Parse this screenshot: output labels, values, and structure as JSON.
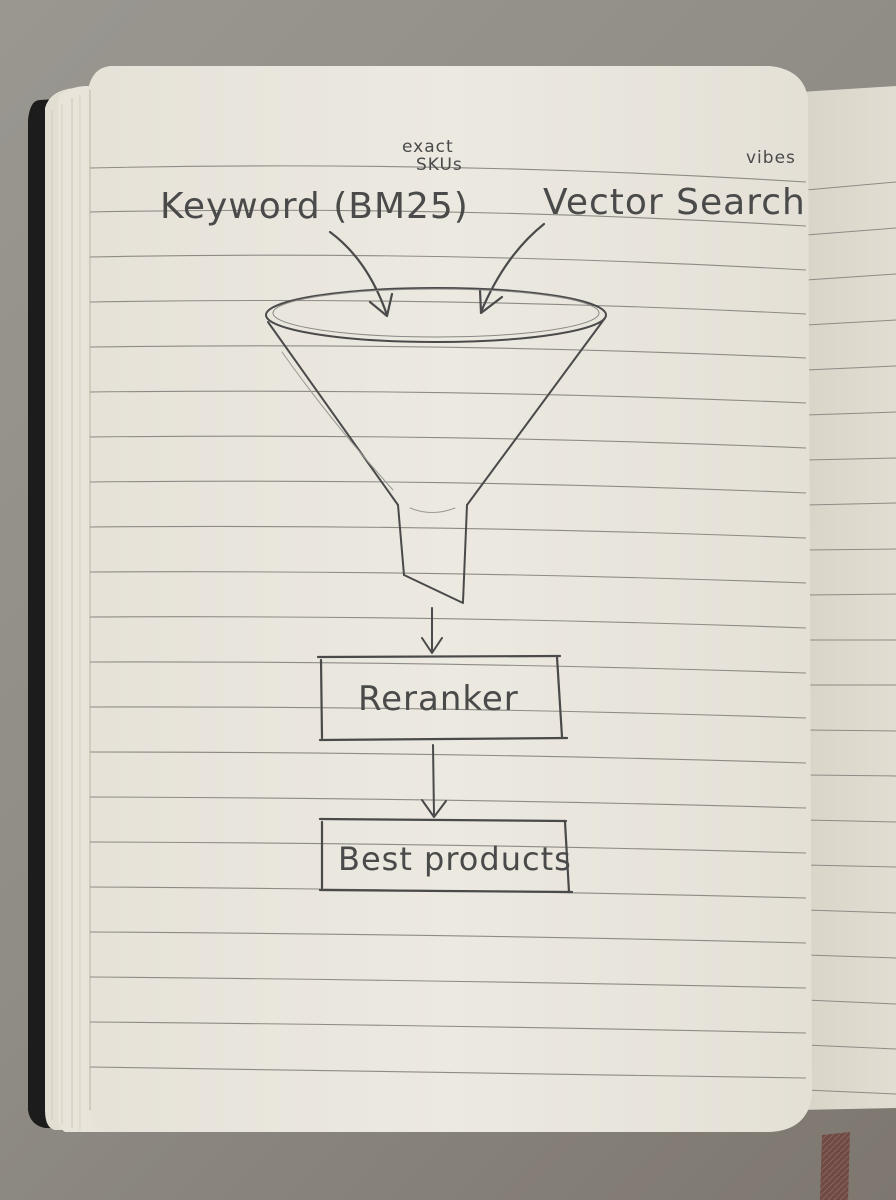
{
  "notebook": {
    "page_color": "#ece9e1",
    "page_shadow_color": "#d8d3c8",
    "line_color": "#8e8b86",
    "ink_color": "#4a4a4a",
    "cover_color": "#1c1c1c",
    "ribbon_color": "#6e4a44"
  },
  "diagram": {
    "inputs": [
      {
        "label": "Keyword (BM25)",
        "annotation": "exact SKUs",
        "annotation_line1": "exact",
        "annotation_line2": "SKUs"
      },
      {
        "label": "Vector Search",
        "annotation": "vibes"
      }
    ],
    "merge_shape": "funnel",
    "stages": [
      {
        "label": "Reranker"
      },
      {
        "label": "Best products"
      }
    ],
    "edges": [
      {
        "from": "Keyword (BM25)",
        "to": "funnel"
      },
      {
        "from": "Vector Search",
        "to": "funnel"
      },
      {
        "from": "funnel",
        "to": "Reranker"
      },
      {
        "from": "Reranker",
        "to": "Best products"
      }
    ]
  }
}
